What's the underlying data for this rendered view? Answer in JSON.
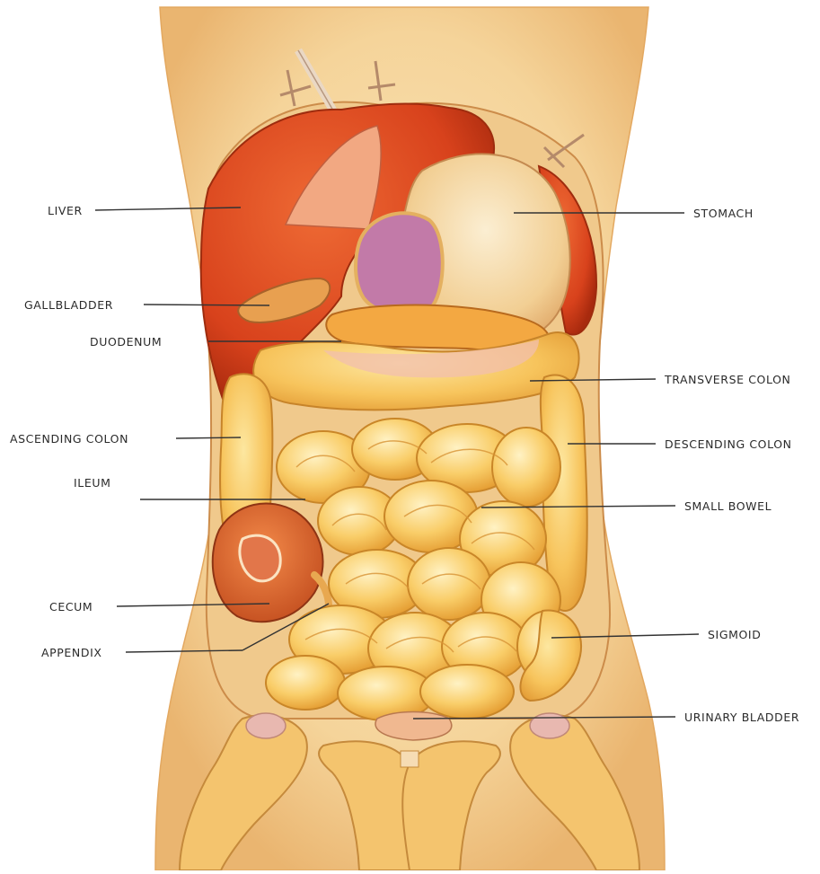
{
  "labels": {
    "liver": "LIVER",
    "gallbladder": "GALLBLADDER",
    "duodenum": "DUODENUM",
    "ascending_colon": "ASCENDING COLON",
    "ileum": "ILEUM",
    "cecum": "CECUM",
    "appendix": "APPENDIX",
    "stomach": "STOMACH",
    "transverse_colon": "TRANSVERSE COLON",
    "descending_colon": "DESCENDING COLON",
    "small_bowel": "SMALL BOWEL",
    "sigmoid": "SIGMOID",
    "urinary_bladder": "URINARY BLADDER"
  },
  "colors": {
    "skin": "#f7dca8",
    "skin_shadow": "#e9b878",
    "liver": "#d8421c",
    "liver_dark": "#b72f10",
    "intestine": "#f7c35a",
    "intestine_light": "#fde28a",
    "intestine_outline": "#d8922c",
    "stomach": "#f4d8a0",
    "colon_pink": "#f0b8a8",
    "bone": "#f3c77a",
    "leader_line": "#333333"
  }
}
